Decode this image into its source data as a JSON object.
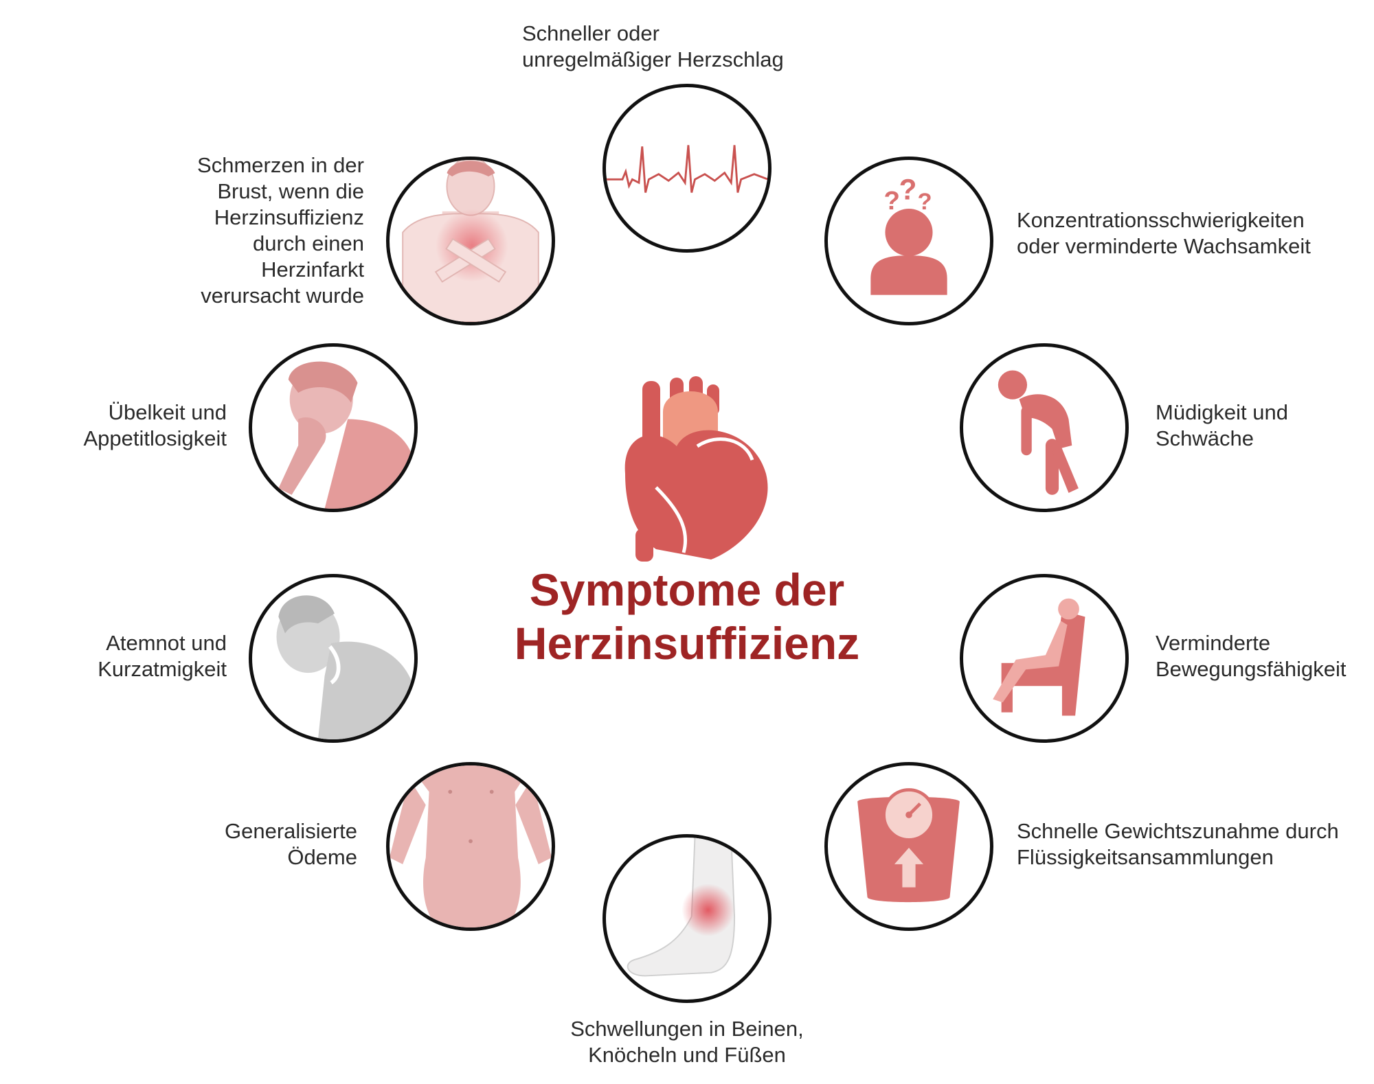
{
  "title": "Symptome der\nHerzinsuffizienz",
  "colors": {
    "title": "#9e2424",
    "accent": "#d9706f",
    "light": "#efaaa5",
    "skin": "#f0c7c4"
  },
  "symptoms": [
    {
      "id": "heartbeat",
      "icon": "ecg-icon",
      "text": "Schneller oder\nunregelmäßiger Herzschlag"
    },
    {
      "id": "concentration",
      "icon": "confused-person-icon",
      "text": "Konzentrationsschwierigkeiten\noder verminderte Wachsamkeit"
    },
    {
      "id": "fatigue",
      "icon": "tired-person-icon",
      "text": "Müdigkeit und\nSchwäche"
    },
    {
      "id": "mobility",
      "icon": "armchair-person-icon",
      "text": "Verminderte\nBewegungsfähigkeit"
    },
    {
      "id": "weight",
      "icon": "scale-icon",
      "text": "Schnelle Gewichtszunahme durch\nFlüssigkeitsansammlungen"
    },
    {
      "id": "swelling",
      "icon": "swollen-foot-icon",
      "text": "Schwellungen in Beinen,\nKnöcheln und Füßen"
    },
    {
      "id": "edema",
      "icon": "torso-icon",
      "text": "Generalisierte\nÖdeme"
    },
    {
      "id": "breath",
      "icon": "breathless-person-icon",
      "text": "Atemnot und\nKurzatmigkeit"
    },
    {
      "id": "nausea",
      "icon": "nauseous-person-icon",
      "text": "Übelkeit und\nAppetitlosigkeit"
    },
    {
      "id": "chestpain",
      "icon": "chest-pain-icon",
      "text": "Schmerzen in der\nBrust, wenn die\nHerzinsuffizienz\ndurch einen\nHerzinfarkt\nverursacht wurde"
    }
  ]
}
